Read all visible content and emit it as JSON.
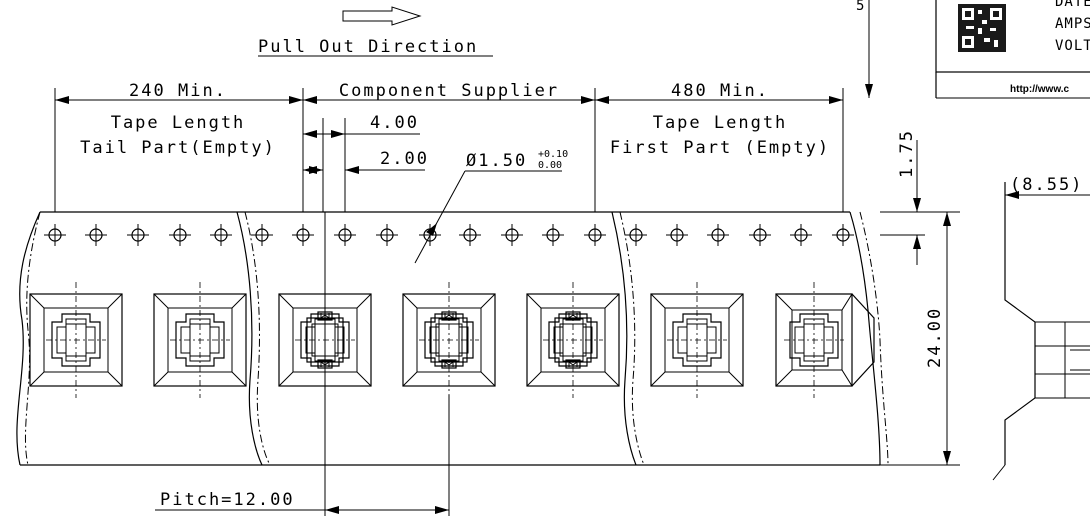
{
  "direction": {
    "label": "Pull Out Direction"
  },
  "sections": {
    "tail": {
      "length": "240 Min.",
      "line1": "Tape Length",
      "line2": "Tail Part(Empty)"
    },
    "middle": {
      "label": "Component Supplier"
    },
    "first": {
      "length": "480 Min.",
      "line1": "Tape Length",
      "line2": "First Part (Empty)"
    }
  },
  "dimensions": {
    "hole_pitch": "4.00",
    "hole_to_cavity": "2.00",
    "hole_diameter": "Ø1.50",
    "hole_tol_plus": "+0.10",
    "hole_tol_minus": "0.00",
    "edge_to_hole": "1.75",
    "tape_width": "24.00",
    "cavity_pitch": "Pitch=12.00",
    "side_dim": "(8.55)",
    "partial_5": "5"
  },
  "title_block": {
    "row1": "DATE",
    "row2": "AMPS",
    "row3": "VOLT",
    "url": "http://www.c"
  },
  "icons": {
    "direction_arrow": "hollow-right-arrow-icon",
    "qr": "qr-code-icon"
  }
}
